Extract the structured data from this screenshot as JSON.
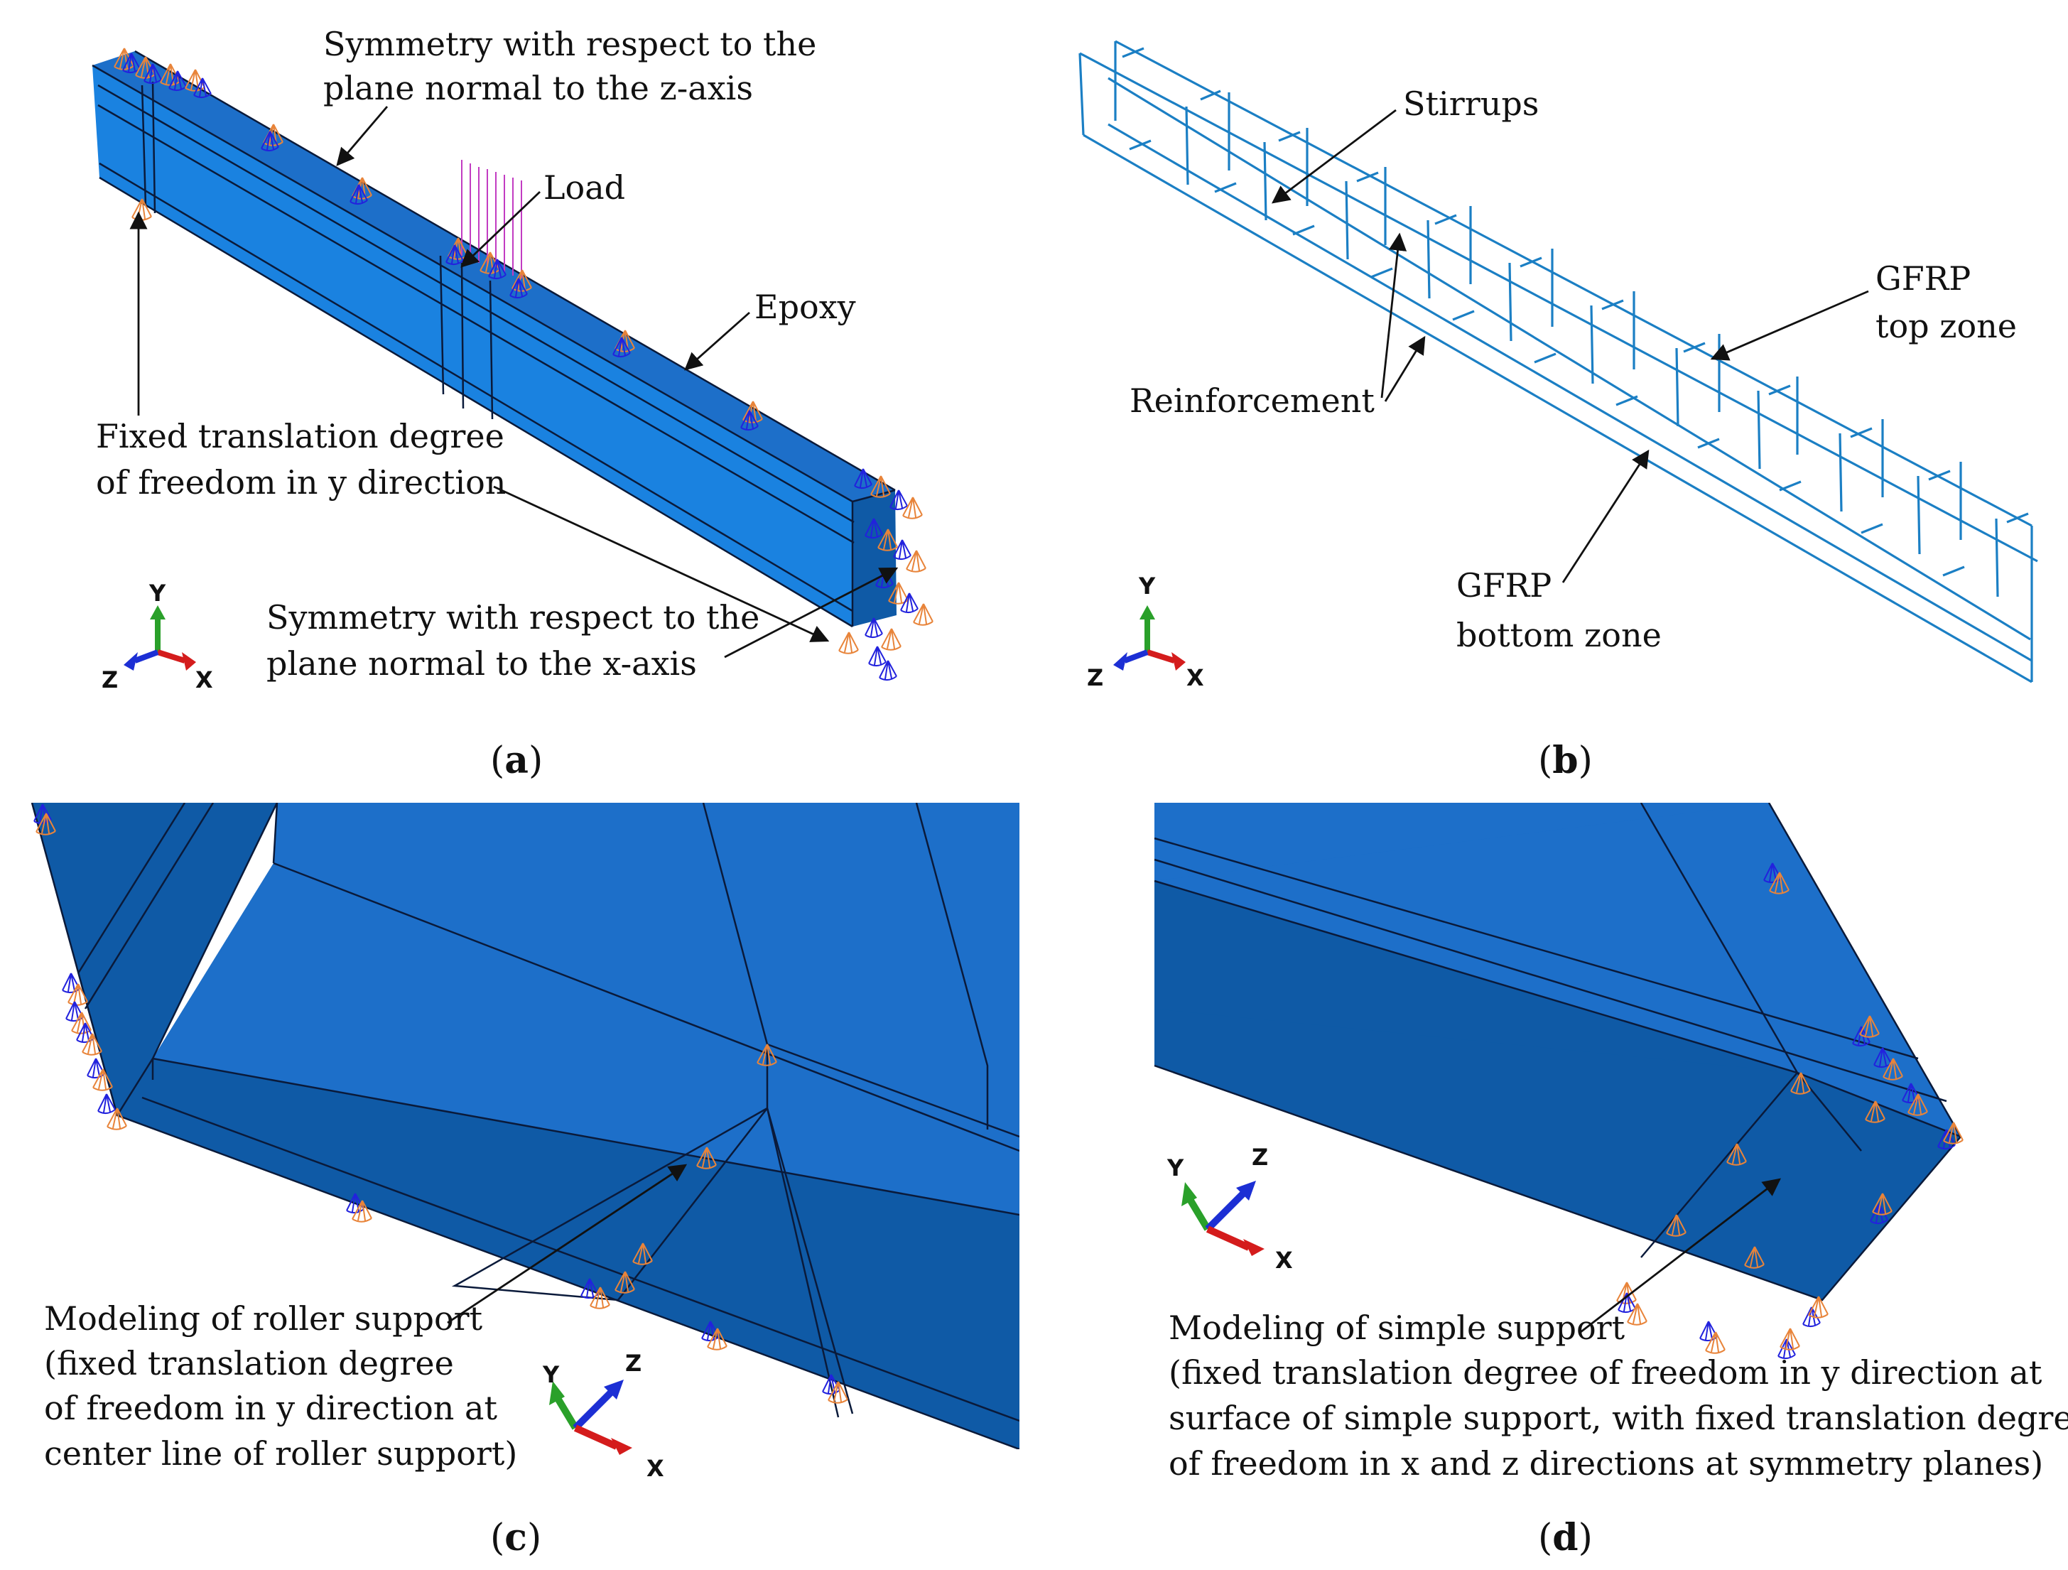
{
  "panels": {
    "a": {
      "caption_letter": "a",
      "labels": {
        "sym_z_line1": "Symmetry with respect to the",
        "sym_z_line2": "plane normal to the z-axis",
        "load": "Load",
        "epoxy": "Epoxy",
        "fixed_line1": "Fixed translation degree",
        "fixed_line2": "of freedom in y direction",
        "sym_x_line1": "Symmetry with respect to the",
        "sym_x_line2": "plane normal to the x-axis"
      },
      "triad": {
        "y": "Y",
        "z": "Z",
        "x": "X"
      }
    },
    "b": {
      "caption_letter": "b",
      "labels": {
        "stirrups": "Stirrups",
        "gfrp_top_line1": "GFRP",
        "gfrp_top_line2": "top zone",
        "reinforcement": "Reinforcement",
        "gfrp_bottom_line1": "GFRP",
        "gfrp_bottom_line2": "bottom zone"
      },
      "triad": {
        "y": "Y",
        "z": "Z",
        "x": "X"
      }
    },
    "c": {
      "caption_letter": "c",
      "labels": {
        "line1": "Modeling of roller support",
        "line2": "(fixed translation degree",
        "line3": "of freedom in y direction at",
        "line4": "center line of roller support)"
      },
      "triad": {
        "y": "Y",
        "z": "Z",
        "x": "X"
      }
    },
    "d": {
      "caption_letter": "d",
      "labels": {
        "line1": "Modeling of simple support",
        "line2": "(fixed translation degree of freedom in y direction at",
        "line3": "surface of simple support, with fixed translation degree",
        "line4": "of freedom in x and z directions at symmetry planes)"
      },
      "triad": {
        "y": "Y",
        "z": "Z",
        "x": "X"
      }
    }
  },
  "colors": {
    "beam_top": "#1d6fc9",
    "beam_side": "#1a82e0",
    "beam_face": "#0f5aa6",
    "rebar": "#1b7fc4",
    "bc_orange": "#e8843a",
    "bc_blue": "#2222dd",
    "load_magenta": "#c23cc2",
    "axis_x": "#d41c1c",
    "axis_y": "#2aa02a",
    "axis_z": "#1c2fd4"
  }
}
